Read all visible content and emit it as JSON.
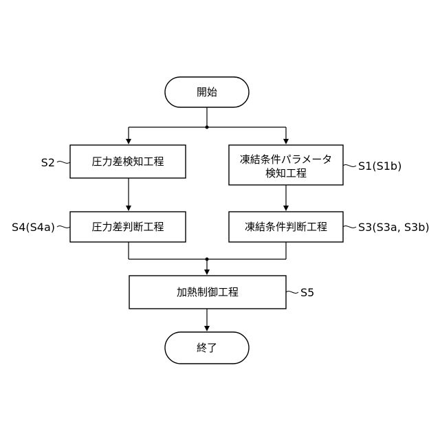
{
  "diagram": {
    "start": "開始",
    "end": "終了",
    "steps": {
      "s2": {
        "text": "圧力差検知工程",
        "label": "S2"
      },
      "s1": {
        "line1": "凍結条件パラメータ",
        "line2": "検知工程",
        "label": "S1(S1b)"
      },
      "s4": {
        "text": "圧力差判断工程",
        "label": "S4(S4a)"
      },
      "s3": {
        "text": "凍結条件判断工程",
        "label": "S3(S3a, S3b)"
      },
      "s5": {
        "text": "加熱制御工程",
        "label": "S5"
      }
    }
  }
}
